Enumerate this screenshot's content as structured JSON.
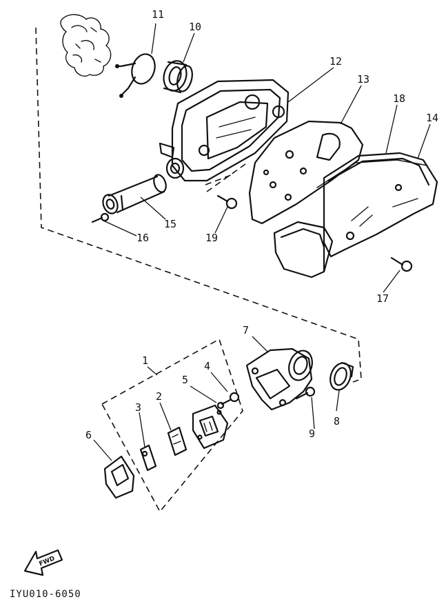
{
  "diagram": {
    "callouts": [
      {
        "id": "c1",
        "label": "1"
      },
      {
        "id": "c2",
        "label": "2"
      },
      {
        "id": "c3",
        "label": "3"
      },
      {
        "id": "c4",
        "label": "4"
      },
      {
        "id": "c5",
        "label": "5"
      },
      {
        "id": "c6",
        "label": "6"
      },
      {
        "id": "c7",
        "label": "7"
      },
      {
        "id": "c8",
        "label": "8"
      },
      {
        "id": "c9",
        "label": "9"
      },
      {
        "id": "c10",
        "label": "10"
      },
      {
        "id": "c11",
        "label": "11"
      },
      {
        "id": "c12",
        "label": "12"
      },
      {
        "id": "c13",
        "label": "13"
      },
      {
        "id": "c14",
        "label": "14"
      },
      {
        "id": "c15",
        "label": "15"
      },
      {
        "id": "c16",
        "label": "16"
      },
      {
        "id": "c17",
        "label": "17"
      },
      {
        "id": "c18",
        "label": "18"
      },
      {
        "id": "c19",
        "label": "19"
      }
    ],
    "fwd_label": "FWD",
    "figure_code": "IYU010-6050"
  }
}
